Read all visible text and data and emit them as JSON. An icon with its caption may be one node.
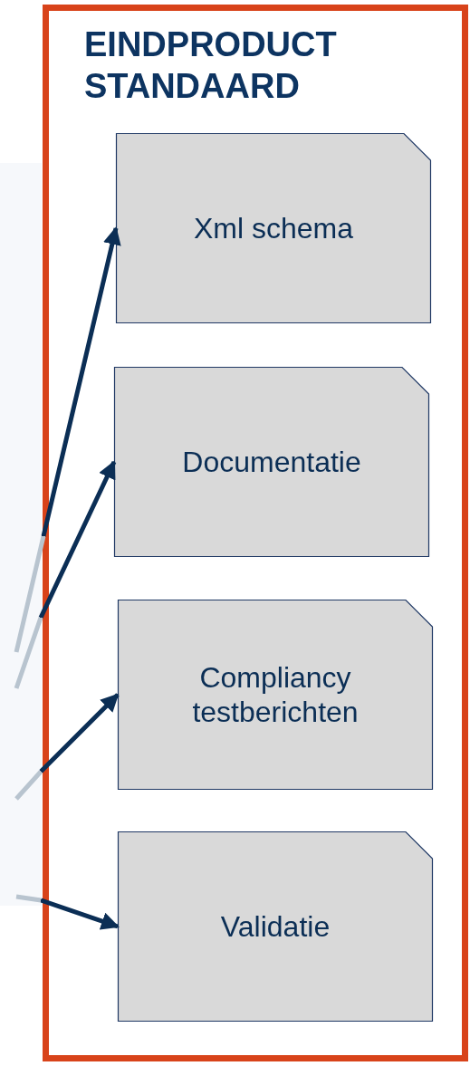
{
  "diagram": {
    "nodes": [
      {
        "text": [
          "EINDPRODUCT STANDAARD"
        ]
      },
      {
        "text": [
          "Xml schema"
        ],
        "in": 0
      },
      {
        "text": [
          "Documentatie"
        ],
        "in": 0
      },
      {
        "text": [
          "Compliancy testberichten"
        ],
        "in": 0
      },
      {
        "text": [
          "Validatie"
        ],
        "in": 0
      }
    ],
    "edges": [
      {
        "from": null,
        "to": 1,
        "arrow": "to"
      },
      {
        "from": null,
        "to": 2,
        "arrow": "to"
      },
      {
        "from": null,
        "to": 3,
        "arrow": "to"
      },
      {
        "from": null,
        "to": 4,
        "arrow": "to"
      }
    ]
  }
}
